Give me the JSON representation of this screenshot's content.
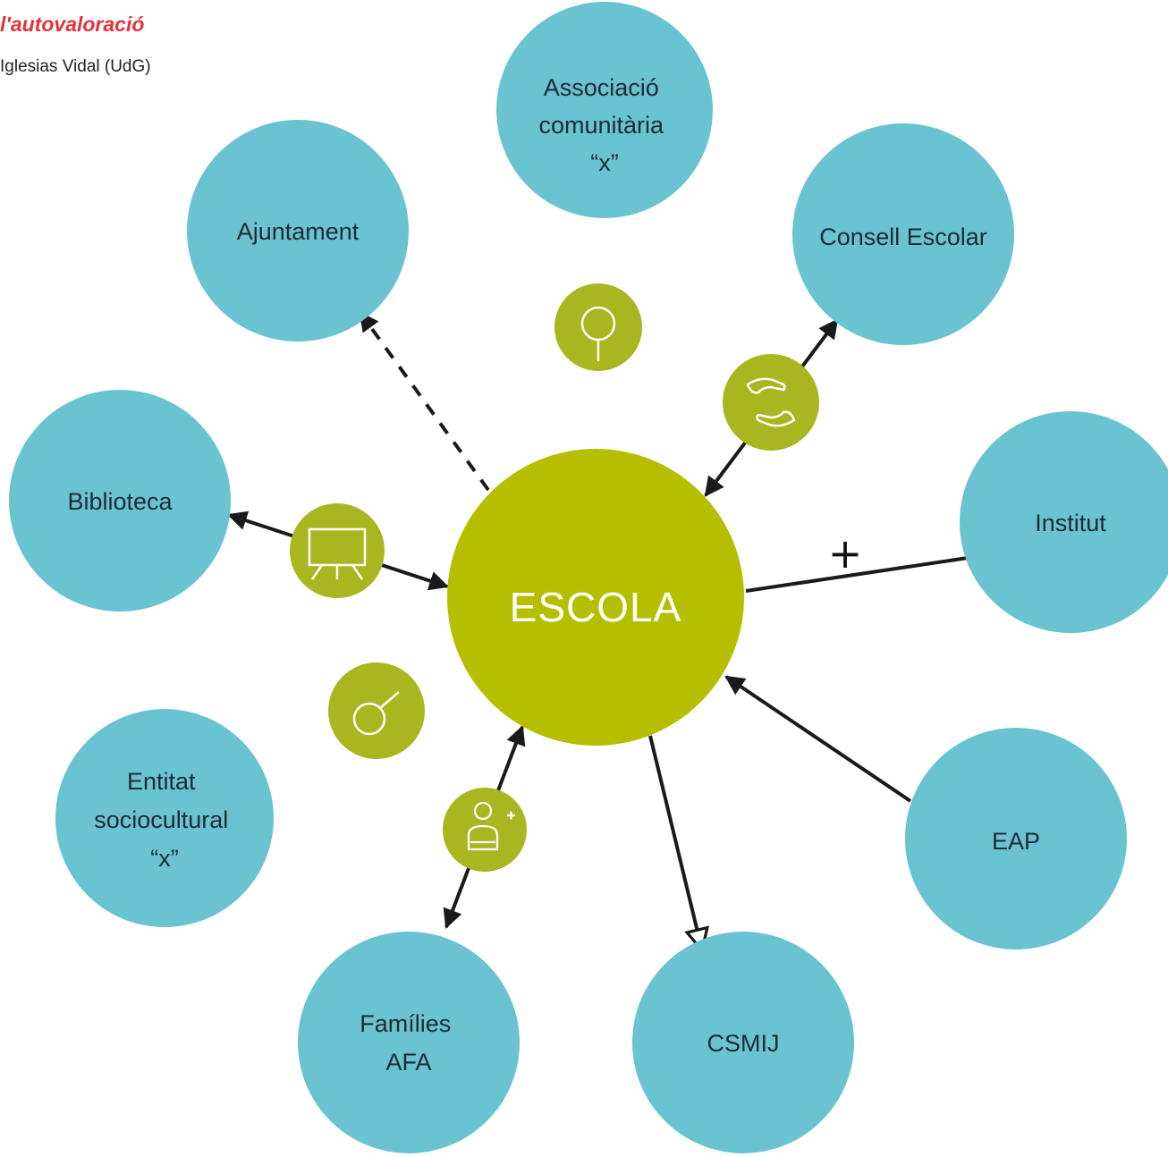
{
  "header": {
    "title": "l'autovaloració",
    "subtitle": "Iglesias Vidal (UdG)"
  },
  "center": {
    "label": "ESCOLA"
  },
  "nodes": {
    "associacio": [
      "Associació",
      "comunitària",
      "“x”"
    ],
    "consell": [
      "Consell Escolar"
    ],
    "ajuntament": [
      "Ajuntament"
    ],
    "biblioteca": [
      "Biblioteca"
    ],
    "institut": [
      "Institut"
    ],
    "entitat": [
      "Entitat",
      "sociocultural",
      "“x”"
    ],
    "eap": [
      "EAP"
    ],
    "families": [
      "Famílies",
      "AFA"
    ],
    "csmij": [
      "CSMIJ"
    ]
  },
  "connectors": {
    "institut_symbol": "+"
  },
  "icons": [
    "magnifier-icon",
    "handshake-icon",
    "presentation-board-icon",
    "search-icon",
    "add-user-icon"
  ],
  "colors": {
    "node": "#6ac3d0",
    "center": "#b5bf00",
    "icon_badge": "#a8b61f",
    "line": "#1a1a1a",
    "title": "#e2323c"
  }
}
